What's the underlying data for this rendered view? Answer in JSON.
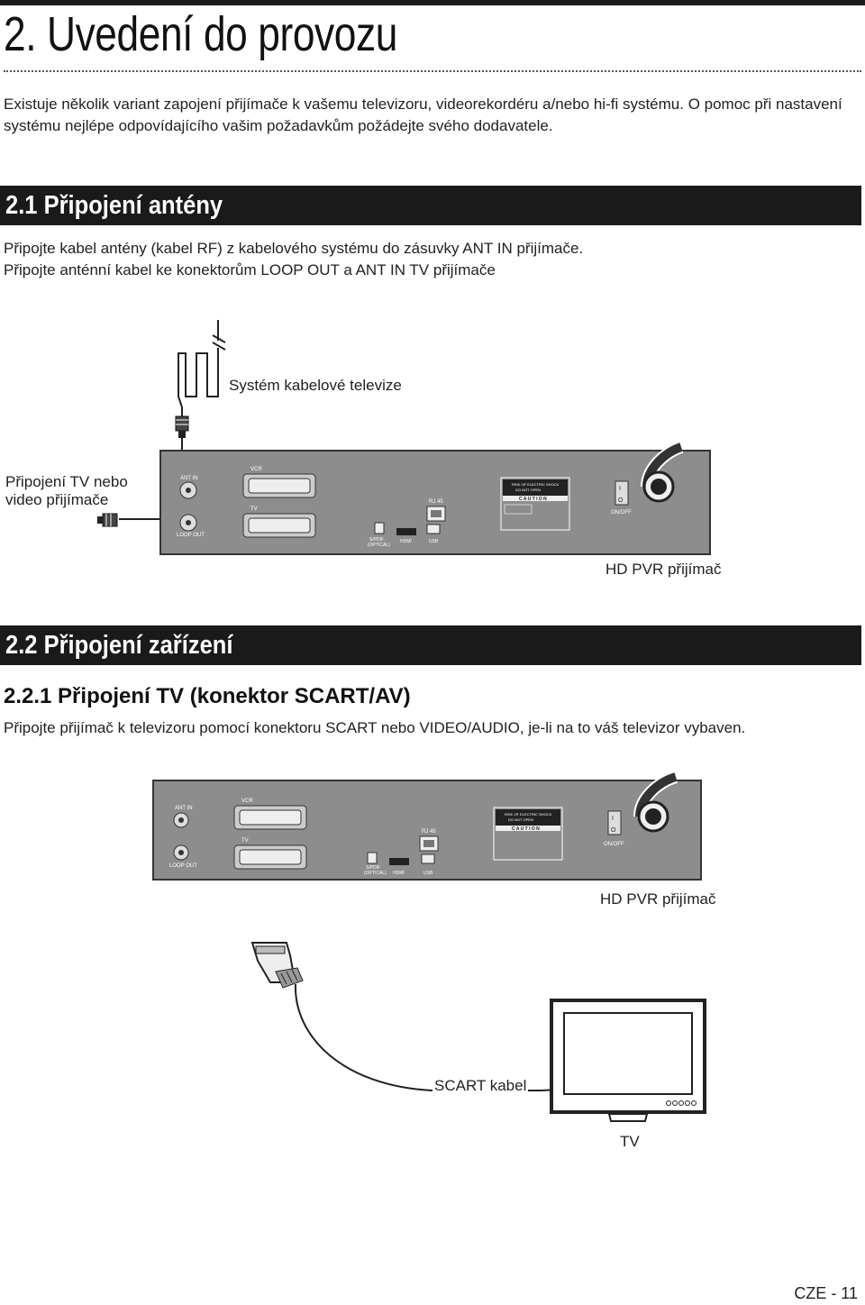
{
  "header": {
    "title": "2. Uvedení do provozu",
    "intro": "Existuje několik variant zapojení přijímače k vašemu televizoru, videorekordéru a/nebo hi-fi systému. O pomoc při nastavení systému nejlépe odpovídajícího vašim požadavkům požádejte svého dodavatele."
  },
  "section1": {
    "heading": "2.1 Připojení antény",
    "line1": "Připojte kabel antény (kabel RF) z kabelového systému do zásuvky ANT IN přijímače.",
    "line2": "Připojte anténní kabel ke konektorům LOOP OUT a ANT IN TV přijímače",
    "cable_system_label": "Systém kabelové televize",
    "connect_label_line1": "Připojení TV nebo",
    "connect_label_line2": "video přijímače",
    "receiver_label": "HD PVR přijímač"
  },
  "section2": {
    "heading": "2.2 Připojení zařízení",
    "subheading": "2.2.1 Připojení TV (konektor SCART/AV)",
    "text": "Připojte přijímač k televizoru pomocí konektoru SCART nebo VIDEO/AUDIO, je-li na to váš televizor vybaven.",
    "receiver_label": "HD PVR přijímač",
    "cable_label": "SCART kabel",
    "tv_label": "TV"
  },
  "panel": {
    "ant_in": "ANT IN",
    "loop_out": "LOOP OUT",
    "vcr": "VCR",
    "tv": "TV",
    "rj45": "RJ 45",
    "spdif1": "S/PDIF",
    "spdif2": "(OPTICAL)",
    "hdmi": "HDMI",
    "usb": "USB",
    "warn1": "RISK OF ELECTRIC SHOCK",
    "warn2": "DO NOT OPEN",
    "caution": "C A U T I O N",
    "onoff": "ON/OFF",
    "switch_on": "I",
    "switch_off": "O"
  },
  "footer": {
    "page": "CZE - 11"
  },
  "colors": {
    "bar": "#1a1a1a",
    "panel": "#8a8a8a",
    "text": "#222222"
  }
}
